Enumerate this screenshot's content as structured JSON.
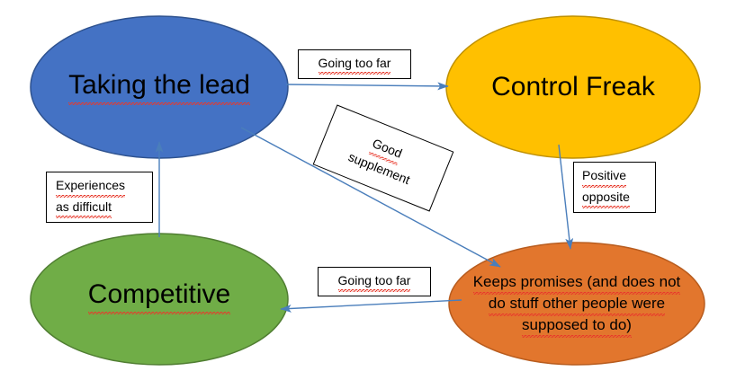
{
  "diagram": {
    "title": "Taking the lead / Control Freak behaviour quadrant diagram",
    "background": "#ffffff",
    "arrow_color": "#4a7ebb",
    "nodes": [
      {
        "id": "taking-the-lead",
        "label": "Taking the lead",
        "fill": "#4472C4",
        "stroke": "#2e528f",
        "font_size": 30,
        "spellcheck_underline": true
      },
      {
        "id": "control-freak",
        "label": "Control Freak",
        "fill": "#FFC000",
        "stroke": "#bf9000",
        "font_size": 30,
        "spellcheck_underline": false
      },
      {
        "id": "competitive",
        "label": "Competitive",
        "fill": "#70AD47",
        "stroke": "#507e32",
        "font_size": 30,
        "spellcheck_underline": true
      },
      {
        "id": "keeps-promises",
        "label": "Keeps promises (and does not do stuff other people were supposed to do)",
        "line1": "Keeps promises (and does not",
        "line2": "do stuff other people were",
        "line3": "supposed to do)",
        "fill": "#E2762D",
        "stroke": "#b85c1e",
        "font_size": 17,
        "spellcheck_underline": true
      }
    ],
    "edge_labels": [
      {
        "id": "going-too-far-top",
        "line1": "Going too far",
        "spellcheck_underline": true,
        "rotated": false
      },
      {
        "id": "good-supplement",
        "line1": "Good",
        "line2": "supplement",
        "spellcheck_underline": true,
        "rotated": true,
        "rotation_deg": 22
      },
      {
        "id": "experiences-as-difficult",
        "line1": "Experiences",
        "line2": "as difficult",
        "spellcheck_underline": true,
        "rotated": false
      },
      {
        "id": "positive-opposite",
        "line1": "Positive",
        "line2": "opposite",
        "spellcheck_underline": true,
        "rotated": false
      },
      {
        "id": "going-too-far-bottom",
        "line1": "Going too far",
        "spellcheck_underline": true,
        "rotated": false
      }
    ],
    "connectors": [
      {
        "id": "lead-to-control",
        "from": "taking-the-lead",
        "to": "control-freak",
        "label": "Going too far"
      },
      {
        "id": "lead-to-keeps-promises",
        "from": "taking-the-lead",
        "to": "keeps-promises",
        "label": "Good supplement"
      },
      {
        "id": "competitive-to-lead",
        "from": "competitive",
        "to": "taking-the-lead",
        "label": "Experiences as difficult"
      },
      {
        "id": "control-to-keeps-promises",
        "from": "control-freak",
        "to": "keeps-promises",
        "label": "Positive opposite"
      },
      {
        "id": "keeps-promises-to-competitive",
        "from": "keeps-promises",
        "to": "competitive",
        "label": "Going too far"
      }
    ]
  }
}
